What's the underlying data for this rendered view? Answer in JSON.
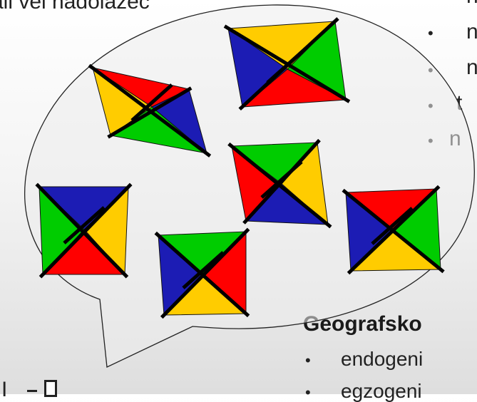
{
  "top_left_text": "ali vel nadolazeć",
  "right_list": {
    "items": [
      "n",
      "n",
      "n",
      "t",
      "n"
    ]
  },
  "geo_section": {
    "heading": "Geografsko",
    "items": [
      "endogeni",
      "egzogeni"
    ]
  },
  "bottom_left_fragment": "I",
  "colors": {
    "red": "#ff0000",
    "blue": "#1c1cb4",
    "green": "#00cc00",
    "yellow": "#ffcc00",
    "cross": "#000000"
  },
  "tiles": [
    {
      "name": "tile-1",
      "top": "red",
      "right": "blue",
      "bottom": "green",
      "left": "yellow"
    },
    {
      "name": "tile-2",
      "top": "yellow",
      "right": "green",
      "bottom": "red",
      "left": "blue"
    },
    {
      "name": "tile-3",
      "top": "green",
      "right": "yellow",
      "bottom": "blue",
      "left": "red"
    },
    {
      "name": "tile-4",
      "top": "blue",
      "right": "yellow",
      "bottom": "red",
      "left": "green"
    },
    {
      "name": "tile-5",
      "top": "green",
      "right": "red",
      "bottom": "yellow",
      "left": "blue"
    },
    {
      "name": "tile-6",
      "top": "red",
      "right": "green",
      "bottom": "yellow",
      "left": "blue"
    }
  ]
}
